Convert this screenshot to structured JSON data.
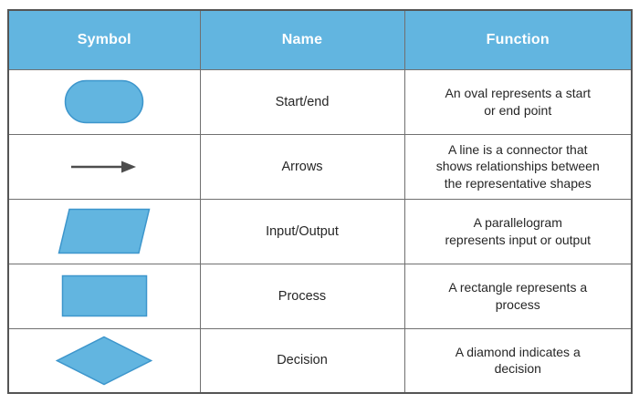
{
  "colors": {
    "page_bg": "#ffffff",
    "header_bg": "#62b5e0",
    "header_text": "#ffffff",
    "shape_fill": "#62b5e0",
    "shape_stroke": "#3d96cc",
    "arrow_color": "#4d4d4d",
    "grid_line": "#707070",
    "outer_line": "#555555",
    "body_text": "#262626"
  },
  "table": {
    "headers": [
      "Symbol",
      "Name",
      "Function"
    ],
    "rows": [
      {
        "symbol": "oval",
        "name": "Start/end",
        "function": "An oval represents a start\nor end point"
      },
      {
        "symbol": "arrow",
        "name": "Arrows",
        "function": "A line is a connector that\nshows relationships between\nthe representative shapes"
      },
      {
        "symbol": "parallelogram",
        "name": "Input/Output",
        "function": "A parallelogram\nrepresents input or output"
      },
      {
        "symbol": "rectangle",
        "name": "Process",
        "function": "A rectangle represents a\nprocess"
      },
      {
        "symbol": "diamond",
        "name": "Decision",
        "function": "A diamond indicates a\ndecision"
      }
    ]
  }
}
